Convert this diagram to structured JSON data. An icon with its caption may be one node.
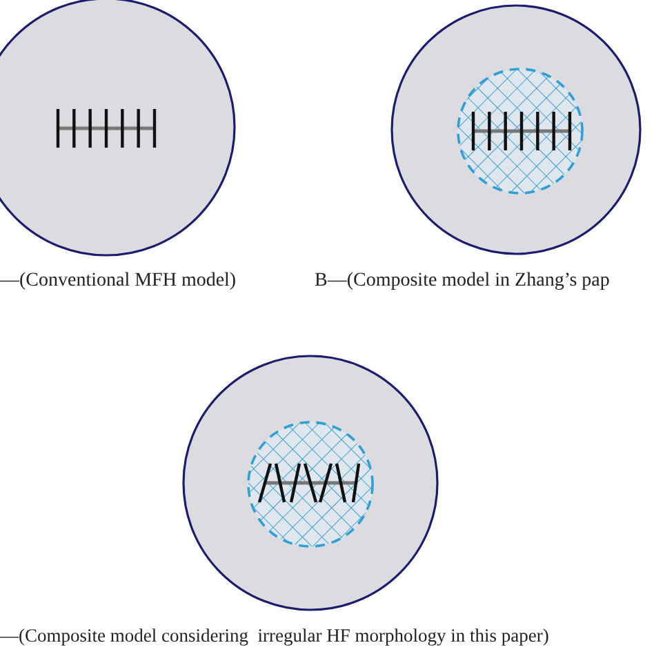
{
  "diagram": {
    "labels": [
      "—(Conventional MFH model)",
      "B—(Composite model in Zhang’s pap",
      "—(Composite model considering  irregular HF morphology in this paper)"
    ]
  }
}
